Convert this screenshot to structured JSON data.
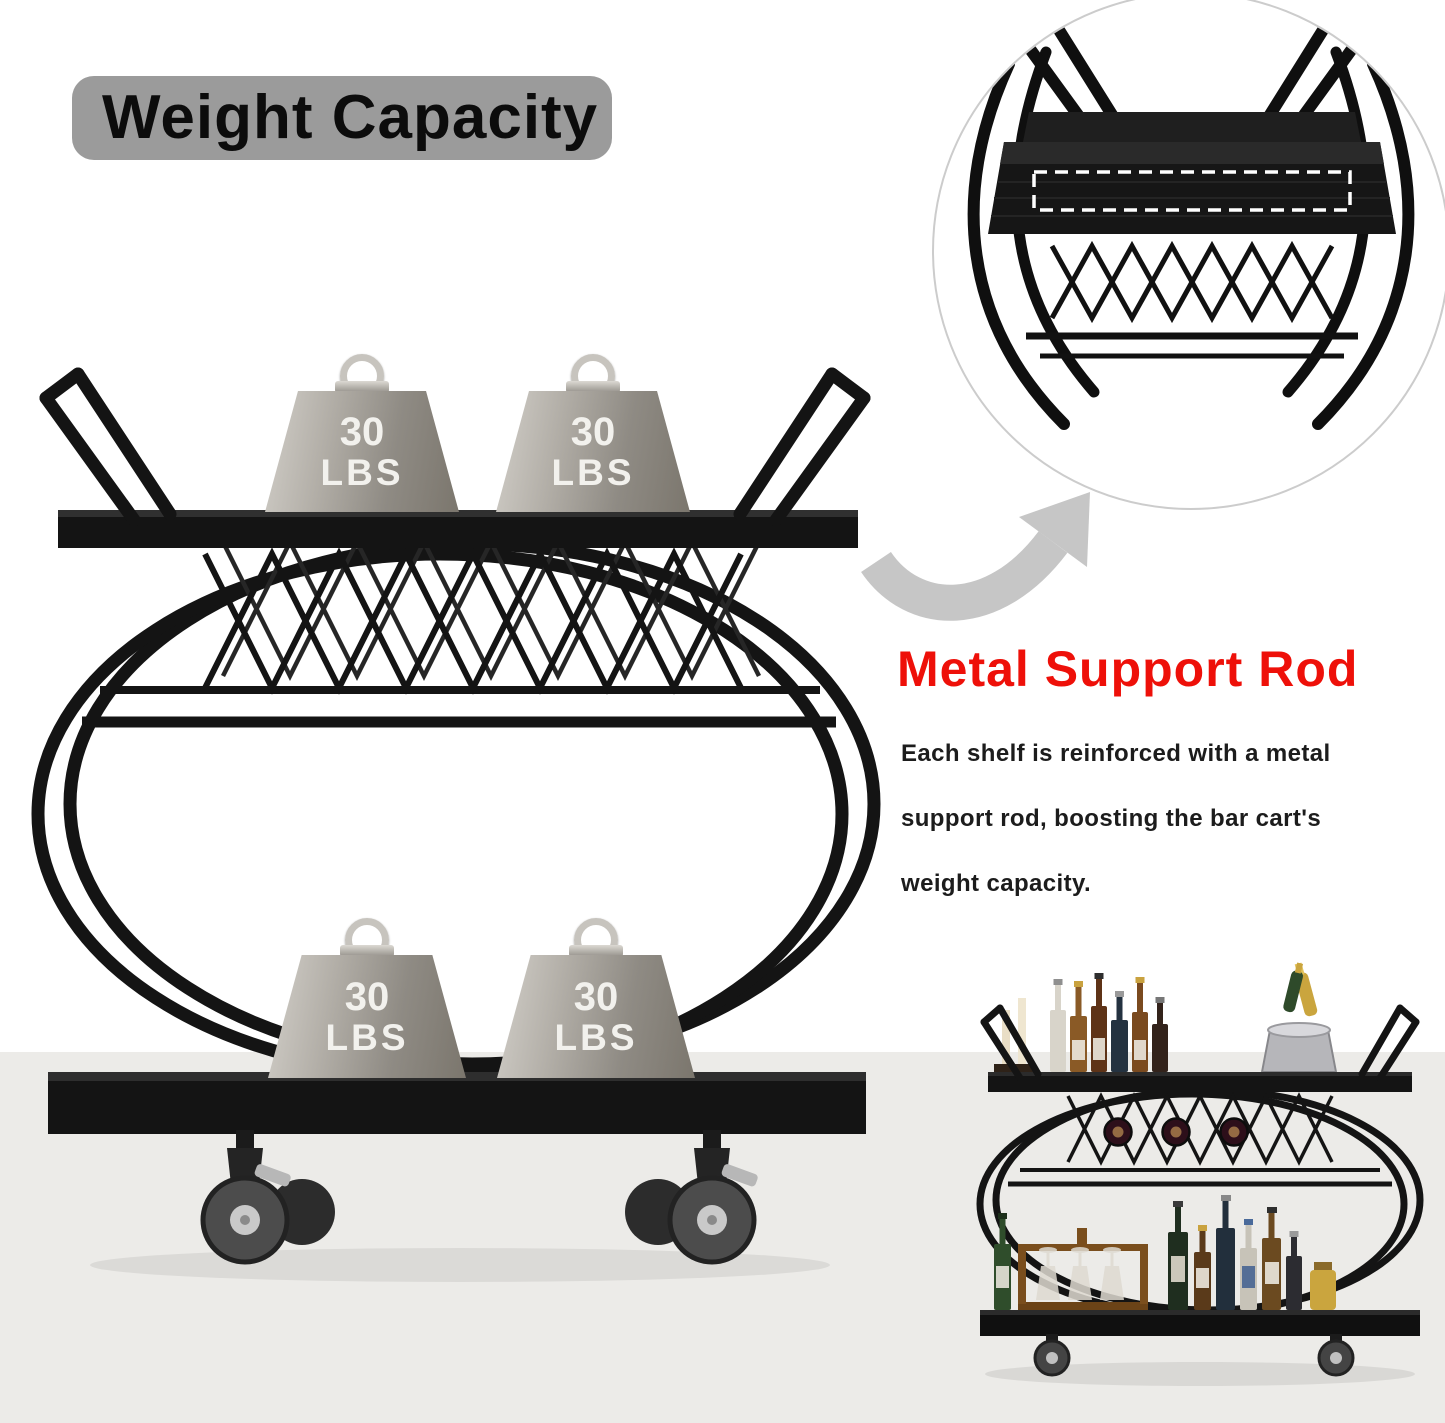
{
  "title": {
    "label": "Weight Capacity",
    "badge_color": "#9b9b9b",
    "text_color": "#0c0c0c"
  },
  "callout": {
    "heading": "Metal Support Rod",
    "heading_color": "#ee1009",
    "body_color": "#1c1c1c",
    "body_lines": [
      "Each shelf is reinforced with a metal",
      "support rod, boosting the bar cart's",
      "weight capacity."
    ]
  },
  "weights": {
    "items": [
      {
        "id": "top-left",
        "value": "30",
        "unit": "LBS"
      },
      {
        "id": "top-right",
        "value": "30",
        "unit": "LBS"
      },
      {
        "id": "bottom-left",
        "value": "30",
        "unit": "LBS"
      },
      {
        "id": "bottom-right",
        "value": "30",
        "unit": "LBS"
      }
    ],
    "text_color": "#f2f1ed"
  },
  "graphics": {
    "arrow_icon": "curved-arrow",
    "inset_icon": "zoom-circle-detail",
    "inset_highlight": "dashed-rectangle-support-rod",
    "frame_color": "#141414",
    "arrow_color": "#c6c6c6",
    "floor_color": "#ecebe8"
  }
}
